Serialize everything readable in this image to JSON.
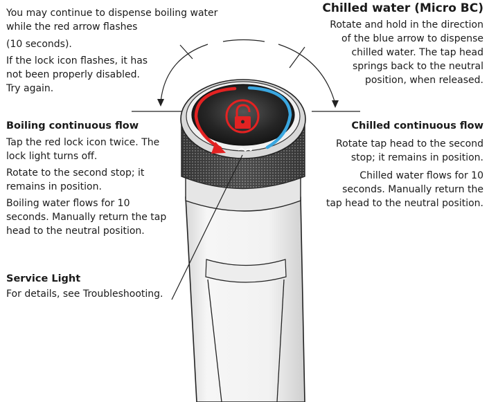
{
  "top_left": {
    "line1": "You may continue to dispense boiling water",
    "line2": "while the red arrow flashes",
    "line3": "(10 seconds).",
    "line4": "If the lock icon flashes, it has",
    "line5": "not been properly disabled.",
    "line6": "Try again."
  },
  "top_right": {
    "title": "Chilled water (Micro BC)",
    "line1": "Rotate and hold in the direction",
    "line2": "of the blue arrow to dispense",
    "line3": "chilled water. The tap head",
    "line4": "springs back to the neutral",
    "line5": "position, when released."
  },
  "boiling": {
    "heading": "Boiling continuous flow",
    "line1": "Tap the red lock icon twice. The",
    "line2": "lock light turns off.",
    "line3": "Rotate to the second stop; it",
    "line4": "remains in position.",
    "line5": "Boiling water flows for 10",
    "line6": "seconds. Manually return the tap",
    "line7": "head to the neutral position."
  },
  "chilled": {
    "heading": "Chilled continuous flow",
    "line1": "Rotate tap head to the second",
    "line2": "stop; it remains in position.",
    "line3": "Chilled water flows for 10",
    "line4": "seconds. Manually return the",
    "line5": "tap head to the neutral position."
  },
  "service": {
    "heading": "Service Light",
    "line1": "For details, see Troubleshooting."
  },
  "colors": {
    "red_arrow": "#e32222",
    "blue_arrow": "#3aa7e0",
    "tap_head": "#1c1c1c",
    "tap_body": "#f2f2f2"
  },
  "icons": [
    "lock-icon",
    "service-light-icon",
    "red-arrow-icon",
    "blue-arrow-icon"
  ]
}
